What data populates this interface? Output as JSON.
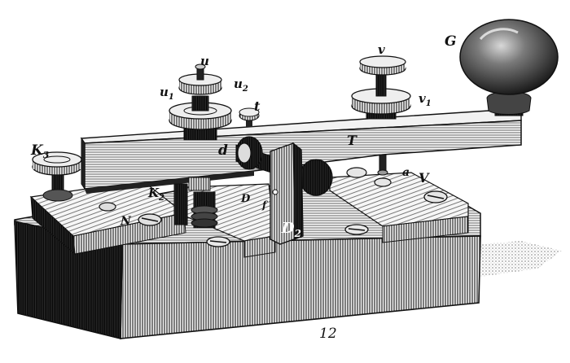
{
  "figure": {
    "number": "12",
    "labels": {
      "u": "u",
      "u1_base": "u",
      "u1_sub": "1",
      "u2_base": "u",
      "u2_sub": "2",
      "t": "t",
      "v": "v",
      "v1_base": "v",
      "v1_sub": "1",
      "G": "G",
      "K3_base": "K",
      "K3_sub": "3",
      "d": "d",
      "T": "T",
      "a": "a",
      "V": "V",
      "K2_base": "K",
      "K2_sub": "2",
      "D": "D",
      "f": "f",
      "N": "N",
      "D2_base": "D",
      "D2_sub": "2"
    }
  }
}
